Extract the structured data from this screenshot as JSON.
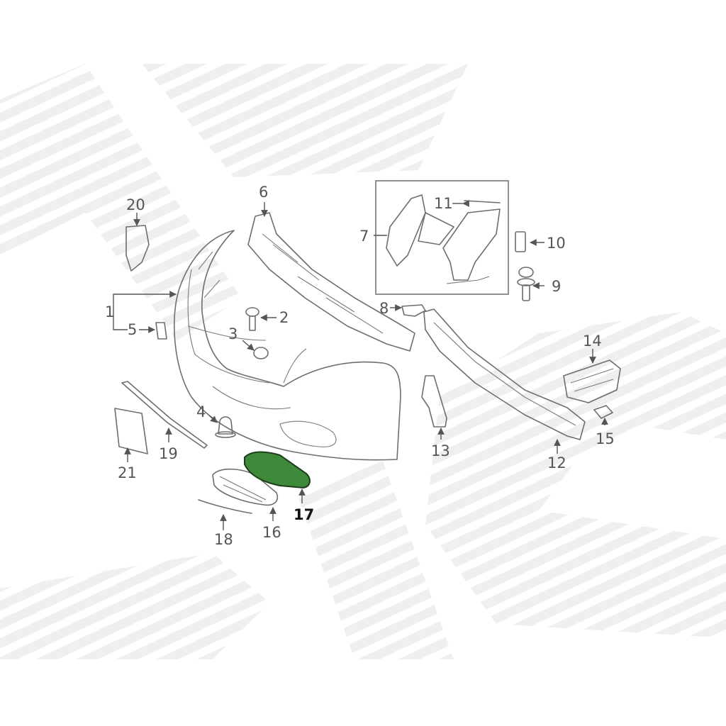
{
  "callouts": {
    "c1": "1",
    "c2": "2",
    "c3": "3",
    "c4": "4",
    "c5": "5",
    "c6": "6",
    "c7": "7",
    "c8": "8",
    "c9": "9",
    "c10": "10",
    "c11": "11",
    "c12": "12",
    "c13": "13",
    "c14": "14",
    "c15": "15",
    "c16": "16",
    "c17": "17",
    "c18": "18",
    "c19": "19",
    "c20": "20",
    "c21": "21"
  },
  "highlight": {
    "part": "17",
    "color": "#3f8a3a"
  },
  "colors": {
    "line": "#6e6e6e",
    "text": "#555555",
    "watermark": "#f1f1f1"
  }
}
